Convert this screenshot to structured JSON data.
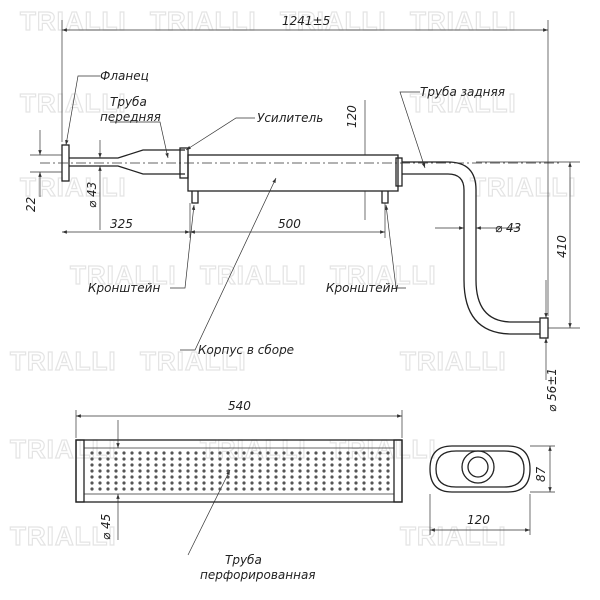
{
  "watermark": "TRIALLI",
  "labels": {
    "flange": "Фланец",
    "pipe_front_1": "Труба",
    "pipe_front_2": "передняя",
    "reinforcer": "Усилитель",
    "pipe_rear": "Труба задняя",
    "bracket_left": "Кронштейн",
    "bracket_right": "Кронштейн",
    "body_assembled": "Корпус в сборе",
    "perf_pipe_1": "Труба",
    "perf_pipe_2": "перфорированная"
  },
  "dimensions": {
    "total_length": "1241±5",
    "height_120": "120",
    "offset_22": "22",
    "diam_43_front": "43",
    "len_325": "325",
    "len_500": "500",
    "diam_43_rear": "43",
    "height_410": "410",
    "diam_56": "56±1",
    "len_540": "540",
    "diam_45": "45",
    "width_87": "87",
    "width_120": "120"
  }
}
